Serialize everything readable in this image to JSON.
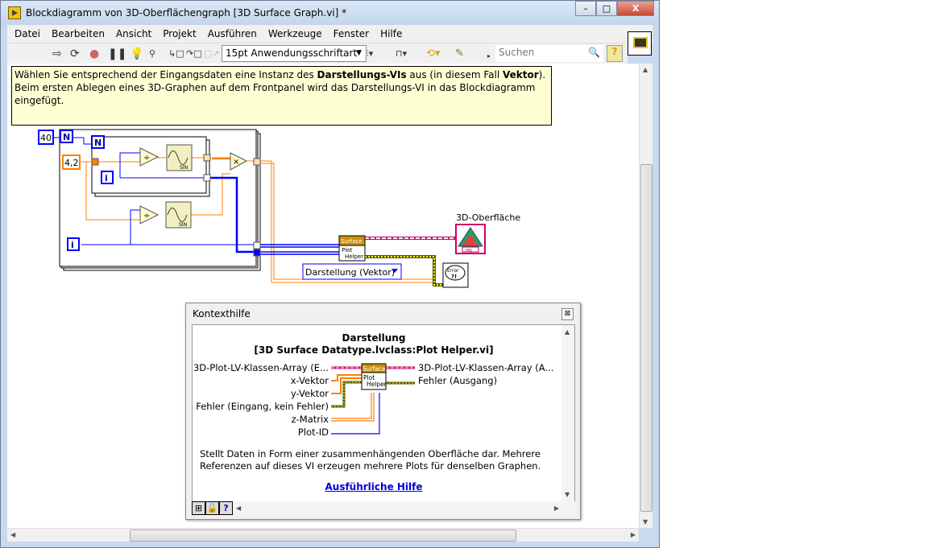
{
  "window": {
    "title": "Blockdiagramm von 3D-Oberflächengraph [3D Surface Graph.vi] *",
    "minimize": "–",
    "maximize": "□",
    "close": "X"
  },
  "menu": [
    "Datei",
    "Bearbeiten",
    "Ansicht",
    "Projekt",
    "Ausführen",
    "Werkzeuge",
    "Fenster",
    "Hilfe"
  ],
  "toolbar": {
    "font": "15pt Anwendungsschriftart",
    "search_placeholder": "Suchen",
    "help": "?"
  },
  "comment": {
    "part1": "Wählen Sie entsprechend der Eingangsdaten eine Instanz des ",
    "bold1": "Darstellungs-VIs",
    "part2": " aus (in diesem Fall ",
    "bold2": "Vektor",
    "part3": "). Beim ersten Ablegen eines 3D-Graphen auf dem Frontpanel wird das Darstellungs-VI in das Blockdiagramm eingefügt."
  },
  "diagram": {
    "const_40": "40",
    "const_42": "4,2",
    "loop_n": "N",
    "loop_i": "i",
    "sin": "SIN",
    "divide": "÷",
    "multiply": "×",
    "surface_label": "Surface",
    "plot": "Plot",
    "helper": "Helper",
    "graph_label": "3D-Oberfläche",
    "obj": "OBJ",
    "selector": "Darstellung (Vektor)",
    "error": "Error",
    "error_mark": "?!"
  },
  "context_help": {
    "title": "Kontexthilfe",
    "close": "⊠",
    "heading": "Darstellung",
    "subheading": "[3D Surface Datatype.lvclass:Plot Helper.vi]",
    "inputs": [
      "3D-Plot-LV-Klassen-Array (E...",
      "x-Vektor",
      "y-Vektor",
      "Fehler (Eingang, kein Fehler)",
      "z-Matrix",
      "Plot-ID"
    ],
    "outputs": [
      "3D-Plot-LV-Klassen-Array (A...",
      "Fehler (Ausgang)"
    ],
    "description": "Stellt Daten in Form einer zusammenhängenden Oberfläche dar. Mehrere Referenzen auf dieses VI erzeugen mehrere Plots für denselben Graphen.",
    "link": "Ausführliche Hilfe",
    "help_btn": "?"
  },
  "colors": {
    "orange": "#ff7f00",
    "blue": "#0000ff",
    "pink": "#cc0066",
    "error": "#8b8b00"
  }
}
